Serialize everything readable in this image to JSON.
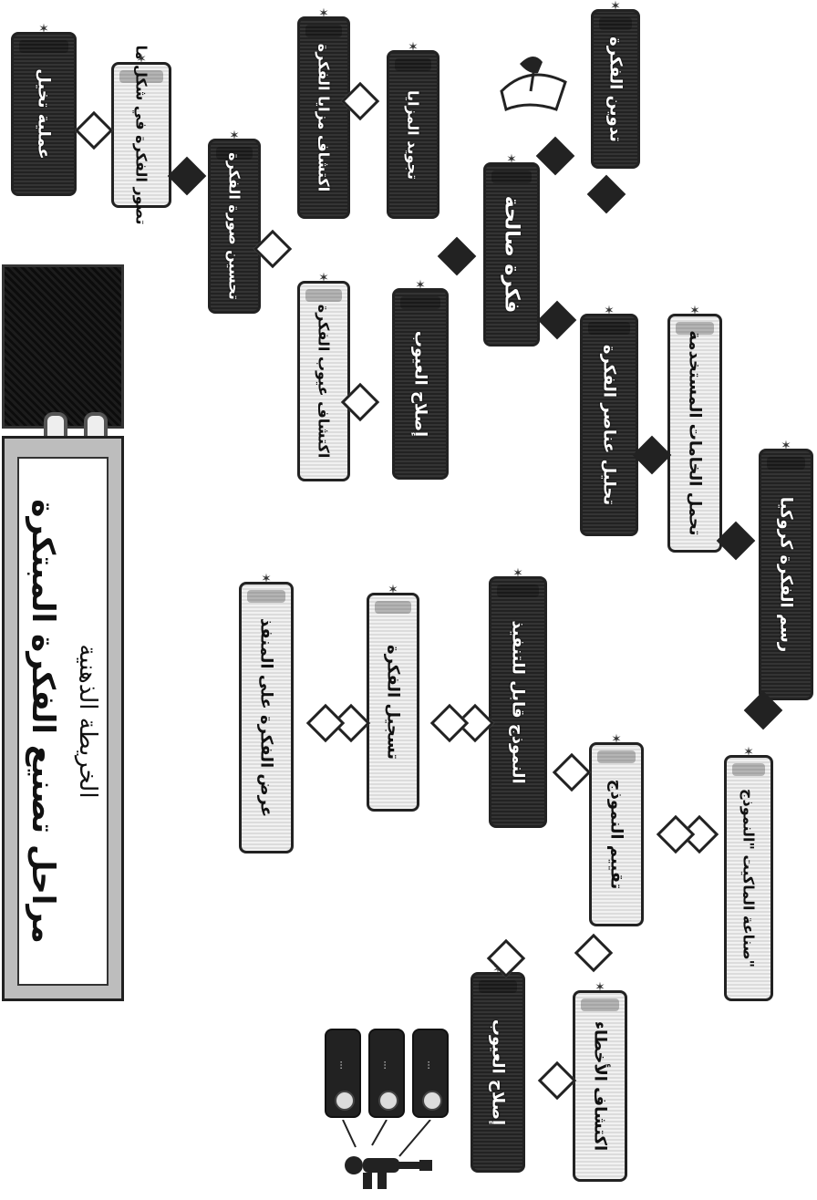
{
  "title": {
    "line1": "الخريطة الذهنية",
    "line2": "مراحل تصنيع الفكرة المبتكرة"
  },
  "nodes": {
    "brainstorm": "عملية تخيل",
    "imagine_shape": "تصور الفكرة في شكل ما",
    "improve_image": "تحسين صورة الفكرة",
    "discover_merits": "اكتشاف مزايا الفكرة",
    "enhance_merits": "تجويد المزايا",
    "discover_flaws": "اكتشاف عيوب الفكرة",
    "fix_flaws": "إصلاح العيوب",
    "valid_idea": "فكرة صالحة",
    "record_idea": "تدوين الفكرة",
    "analyze_elements": "تحليل عناصر الفكرة",
    "materials": "تحمل الخامات المستخدمة",
    "draw_idea": "رسم الفكرة كروكيا",
    "make_model": "صناعة الماكيت \"النموذج\"",
    "evaluate_model": "تقييم النموذج",
    "model_ready": "النموذج قابل للتنفيذ",
    "register_idea": "تسجيل الفكرة",
    "present_idea": "عرض الفكرة على المنفذ",
    "detect_errors": "اكتشاف الأخطاء",
    "fix_defects": "إصلاح العيوب"
  },
  "tags": [
    "...",
    "...",
    "..."
  ],
  "colors": {
    "dark": "#2b2b2b",
    "light": "#e9e9e9",
    "line": "#222222"
  }
}
